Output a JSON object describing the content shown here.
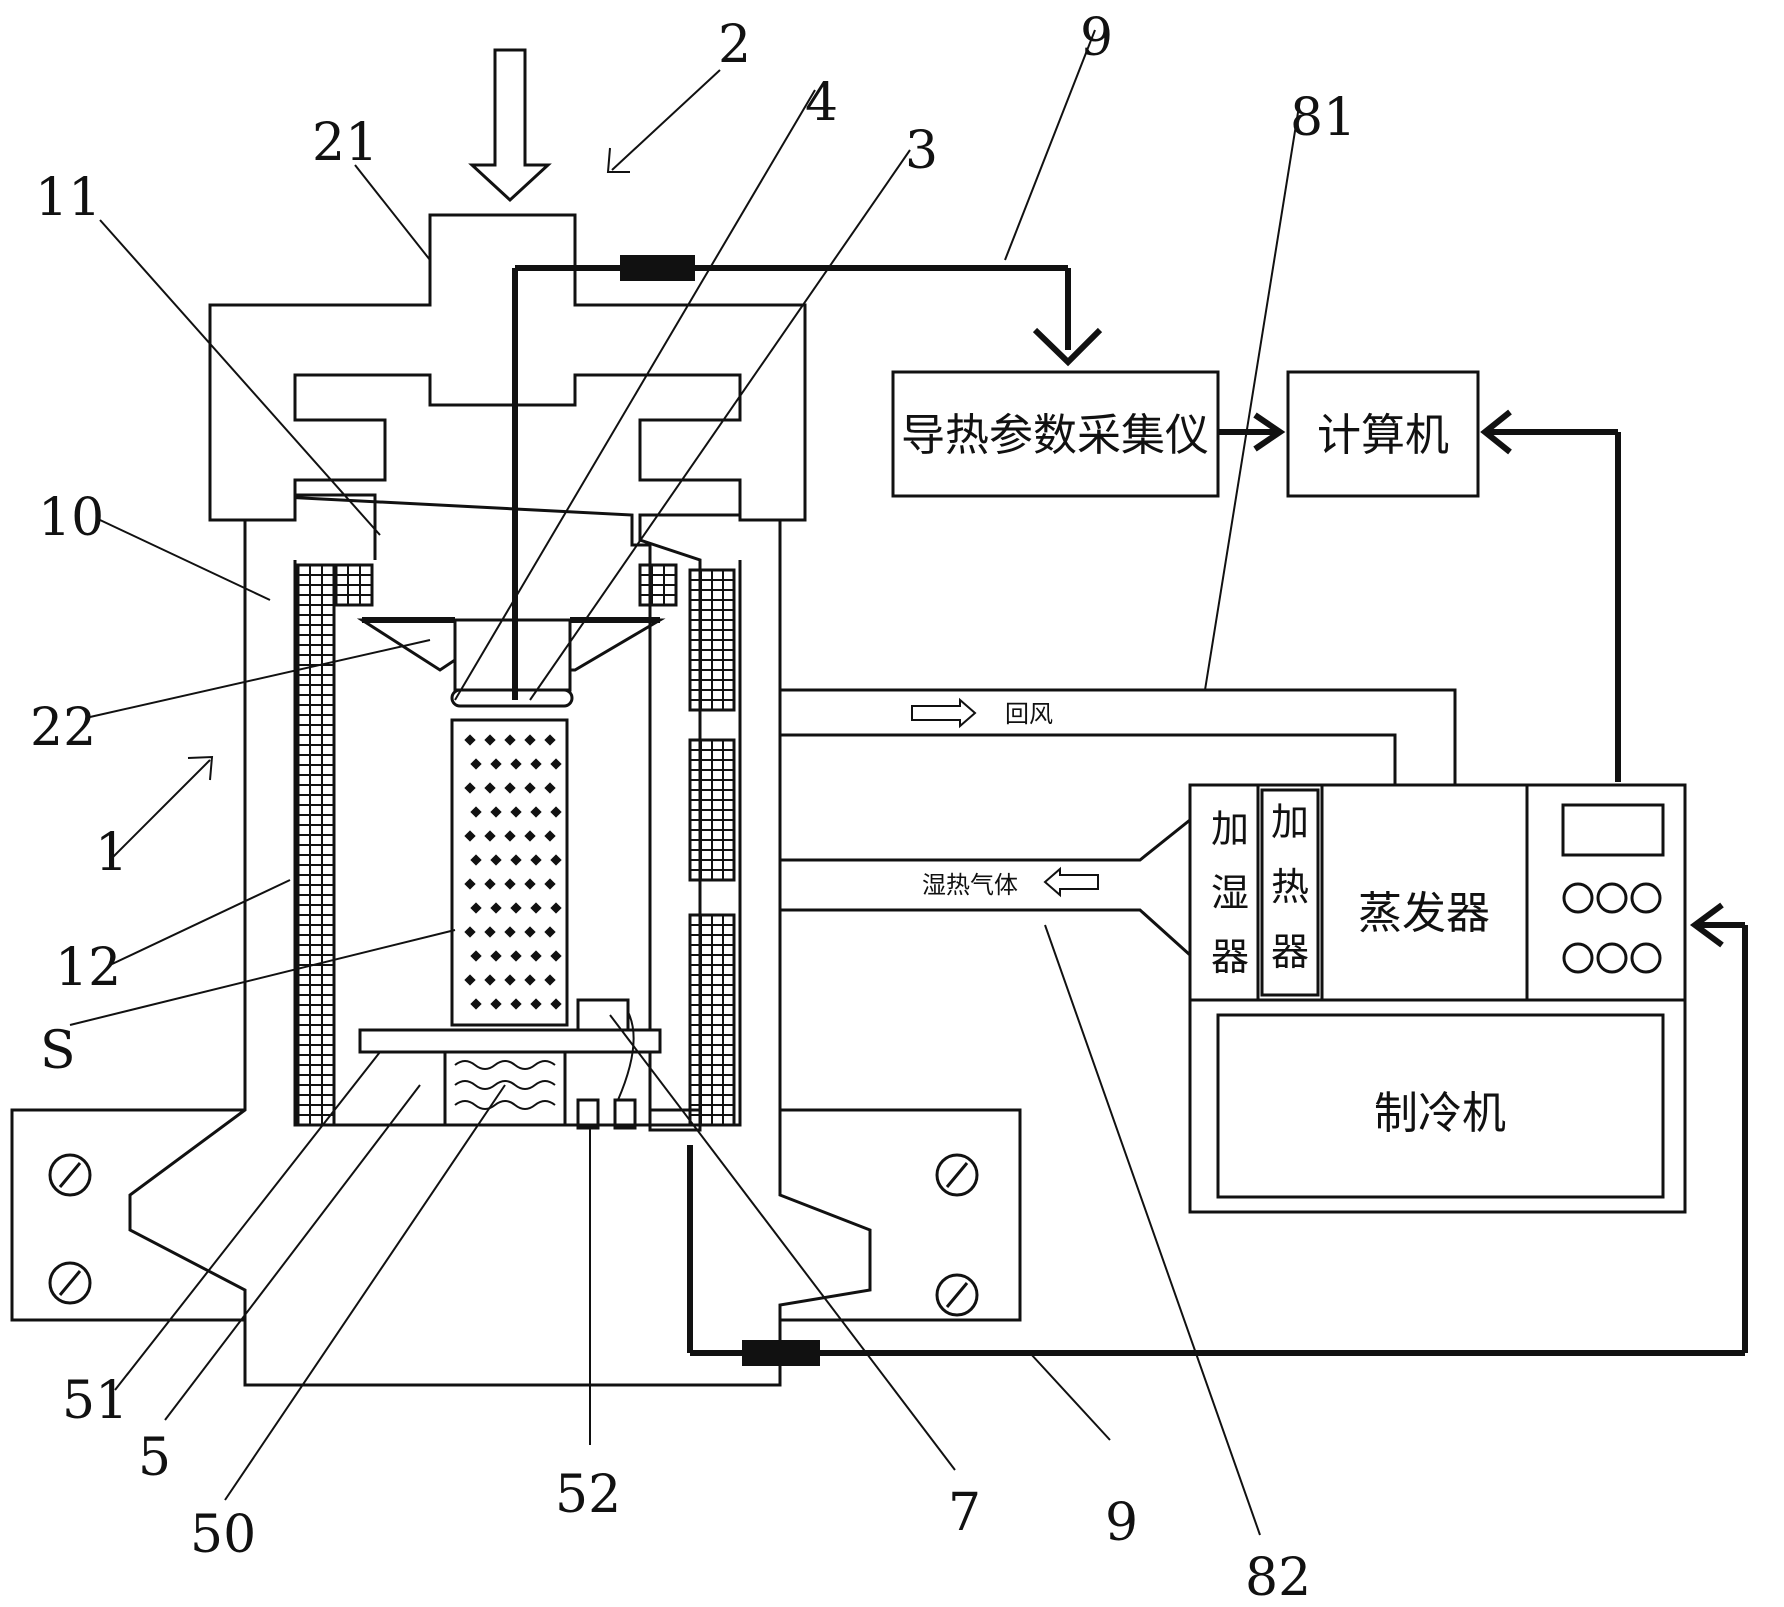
{
  "labels": {
    "n1": "1",
    "n2": "2",
    "n3": "3",
    "n4": "4",
    "n5": "5",
    "n7": "7",
    "n9a": "9",
    "n9b": "9",
    "n10": "10",
    "n11": "11",
    "n12": "12",
    "n21": "21",
    "n22": "22",
    "n50": "50",
    "n51": "51",
    "n52": "52",
    "n81": "81",
    "n82": "82",
    "nS": "S"
  },
  "boxes": {
    "collector": "导热参数采集仪",
    "computer": "计算机",
    "humidifier": [
      "加",
      "湿",
      "器"
    ],
    "heater": [
      "加",
      "热",
      "器"
    ],
    "evaporator": "蒸发器",
    "refrigerator": "制冷机"
  },
  "flows": {
    "return_air": "回风",
    "humid_gas": "湿热气体"
  },
  "colors": {
    "line": "#111111",
    "background": "#ffffff"
  }
}
